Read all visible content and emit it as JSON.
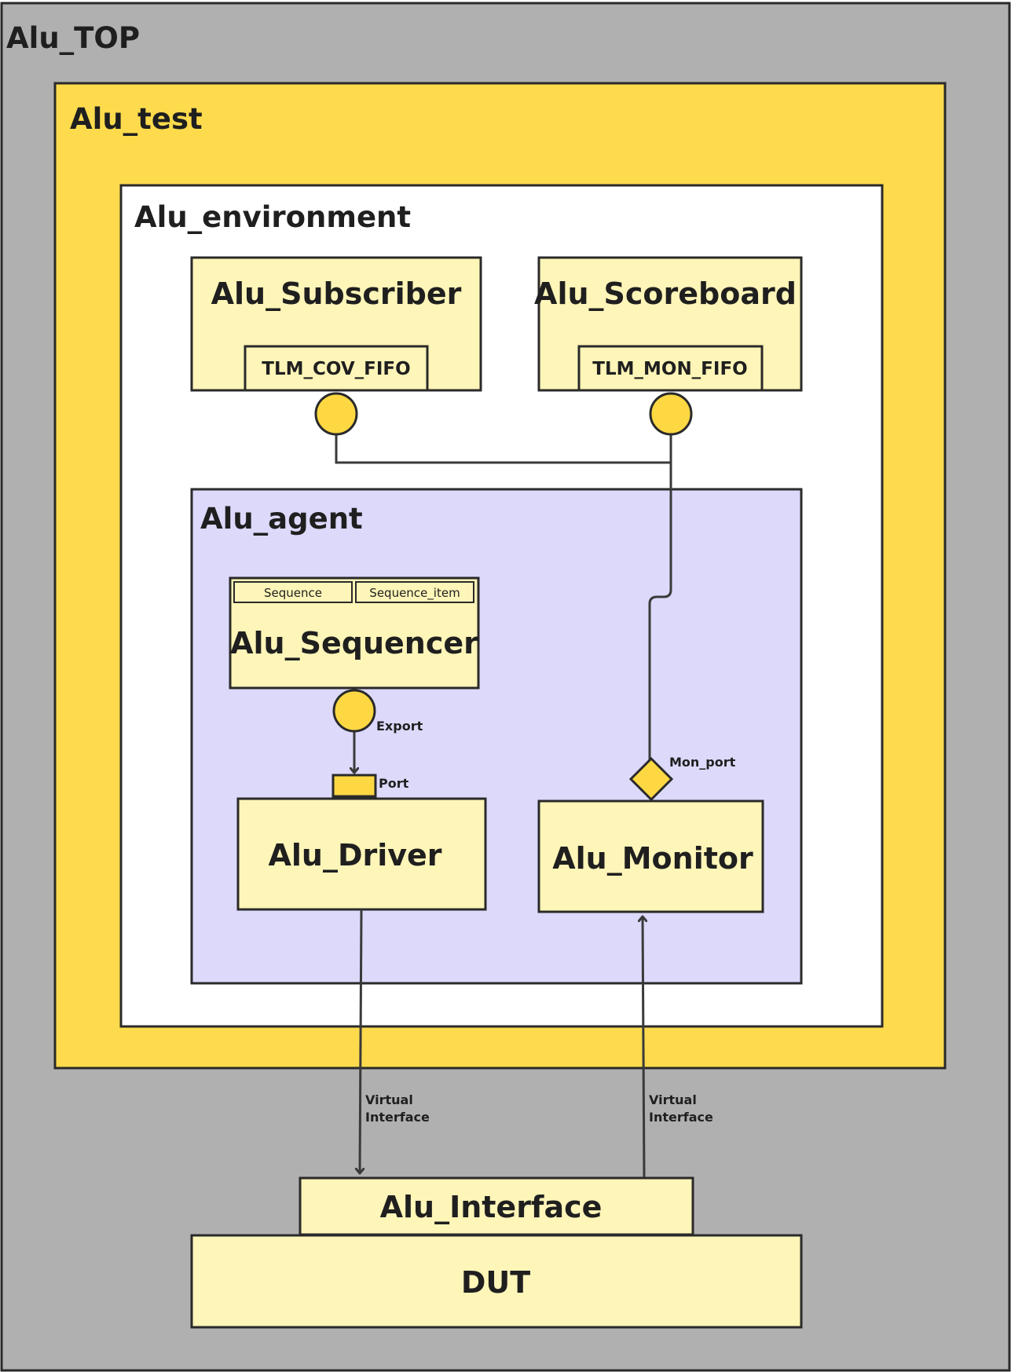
{
  "colors": {
    "top_bg": "#b0b0b0",
    "test_bg": "#fedb4d",
    "env_bg": "#ffffff",
    "agent_bg": "#dcd9fb",
    "component_bg": "#fef5b8",
    "connector": "#fed843",
    "stroke": "#2a2a2a",
    "line": "#3a3a3a"
  },
  "top": {
    "label": "Alu_TOP"
  },
  "test": {
    "label": "Alu_test"
  },
  "environment": {
    "label": "Alu_environment"
  },
  "subscriber": {
    "label": "Alu_Subscriber",
    "fifo_label": "TLM_COV_FIFO"
  },
  "scoreboard": {
    "label": "Alu_Scoreboard",
    "fifo_label": "TLM_MON_FIFO"
  },
  "agent": {
    "label": "Alu_agent"
  },
  "sequencer": {
    "label": "Alu_Sequencer",
    "sequence_label": "Sequence",
    "sequence_item_label": "Sequence_item",
    "export_label": "Export"
  },
  "driver": {
    "label": "Alu_Driver",
    "port_label": "Port"
  },
  "monitor": {
    "label": "Alu_Monitor",
    "mon_port_label": "Mon_port"
  },
  "links": {
    "driver_vif_line1": "Virtual",
    "driver_vif_line2": "Interface",
    "monitor_vif_line1": "Virtual",
    "monitor_vif_line2": "Interface"
  },
  "interface": {
    "label": "Alu_Interface"
  },
  "dut": {
    "label": "DUT"
  }
}
